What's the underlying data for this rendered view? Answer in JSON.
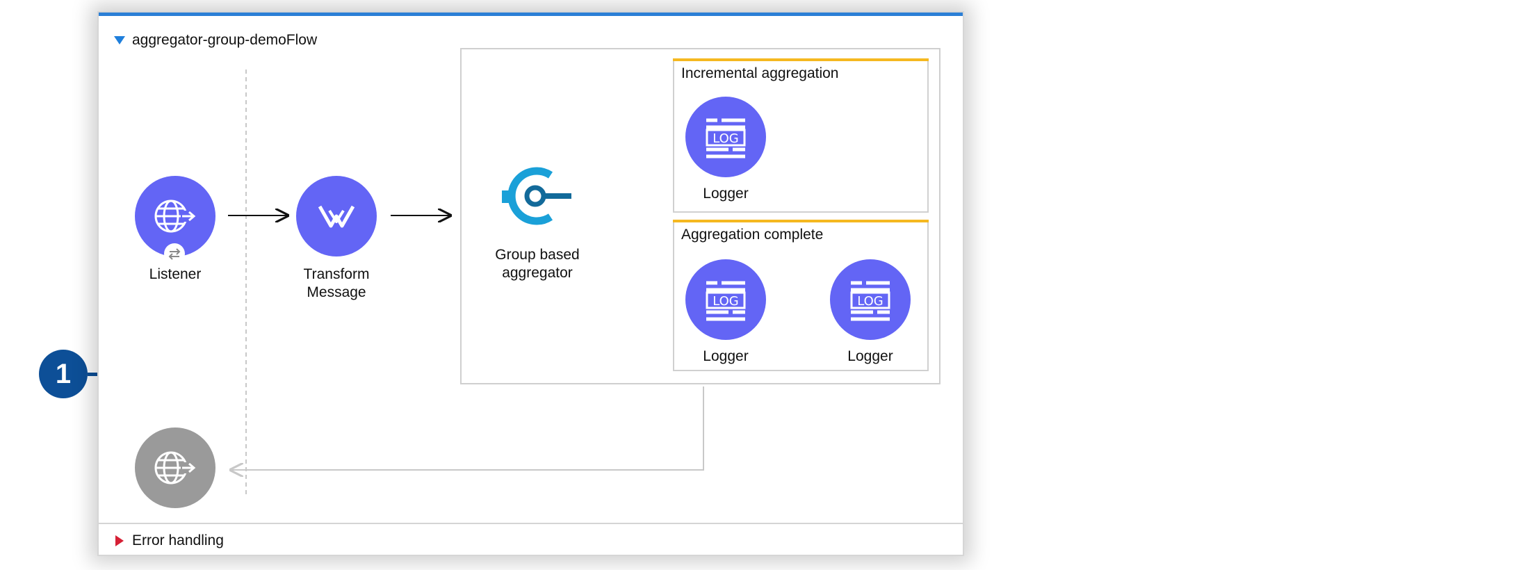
{
  "flow": {
    "title": "aggregator-group-demoFlow"
  },
  "nodes": {
    "listener": {
      "label": "Listener"
    },
    "transform": {
      "label_line1": "Transform",
      "label_line2": "Message"
    },
    "aggregator": {
      "label_line1": "Group based",
      "label_line2": "aggregator"
    }
  },
  "scopes": {
    "incremental": {
      "title": "Incremental aggregation",
      "logger_label": "Logger"
    },
    "complete": {
      "title": "Aggregation complete",
      "logger1_label": "Logger",
      "logger2_label": "Logger"
    }
  },
  "icons": {
    "logger_text": "LOG"
  },
  "error_handling": {
    "label": "Error handling"
  },
  "callout": {
    "number": "1"
  },
  "colors": {
    "node": "#6365f5",
    "accent": "#f5b820",
    "callout": "#0d4f97",
    "topbar": "#2b7fd6",
    "aggregator": "#1aa0d8"
  }
}
